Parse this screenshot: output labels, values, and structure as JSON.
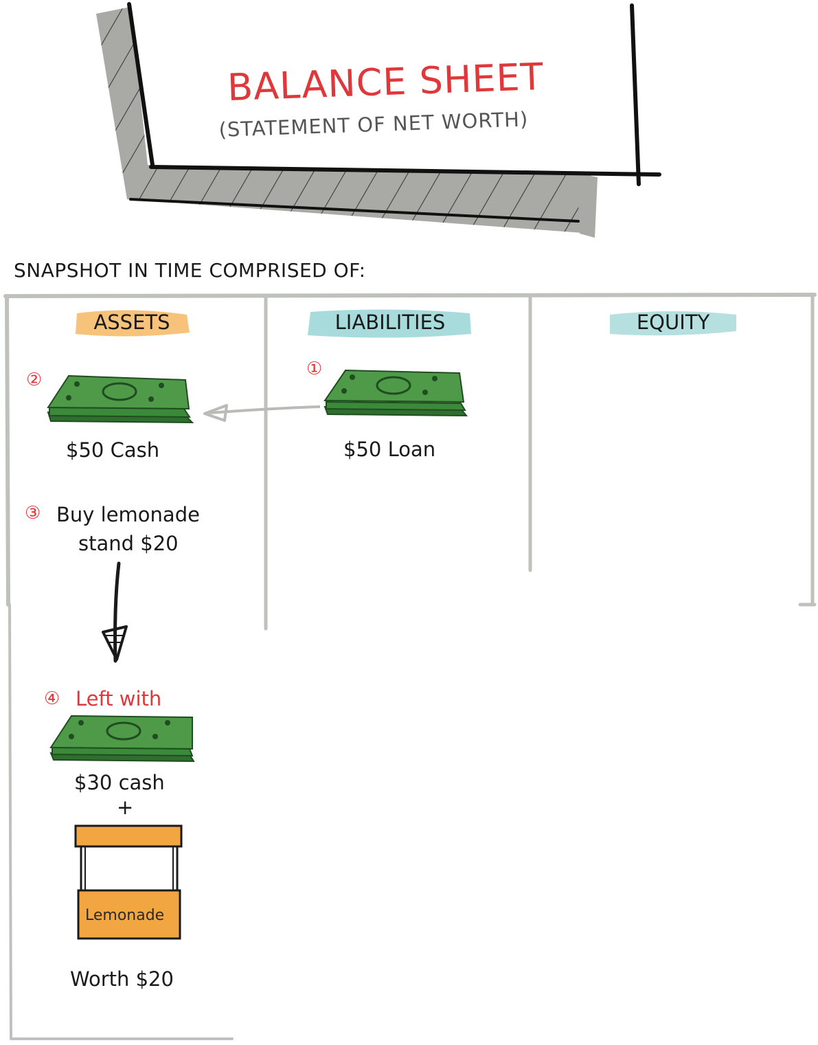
{
  "title": "BALANCE SHEET",
  "subtitle": "(STATEMENT OF NET WORTH)",
  "caption": "SNAPSHOT IN TIME COMPRISED OF:",
  "columns": {
    "assets": "ASSETS",
    "liabilities": "LIABILITIES",
    "equity": "EQUITY"
  },
  "steps": {
    "one": {
      "number": "①"
    },
    "two": {
      "number": "②",
      "label": "$50 Cash"
    },
    "three": {
      "number": "③",
      "line1": "Buy lemonade",
      "line2": "stand $20"
    },
    "four": {
      "number": "④",
      "text": "Left with",
      "cash": "$30 cash",
      "plus": "+",
      "worth": "Worth $20"
    }
  },
  "loan_label": "$50 Loan",
  "stand_sign": "Lemonade",
  "colors": {
    "title_red": "#e0383a",
    "assets_highlight": "#f7c37a",
    "liabilities_highlight": "#a8dcdc",
    "equity_highlight": "#b6e0e0",
    "money_green": "#3a8a3a",
    "stand_orange": "#f1a641",
    "frame_gray": "#bfc1bc"
  },
  "icons": [
    "cash-stack-icon",
    "lemonade-stand-icon",
    "arrow-icon"
  ]
}
